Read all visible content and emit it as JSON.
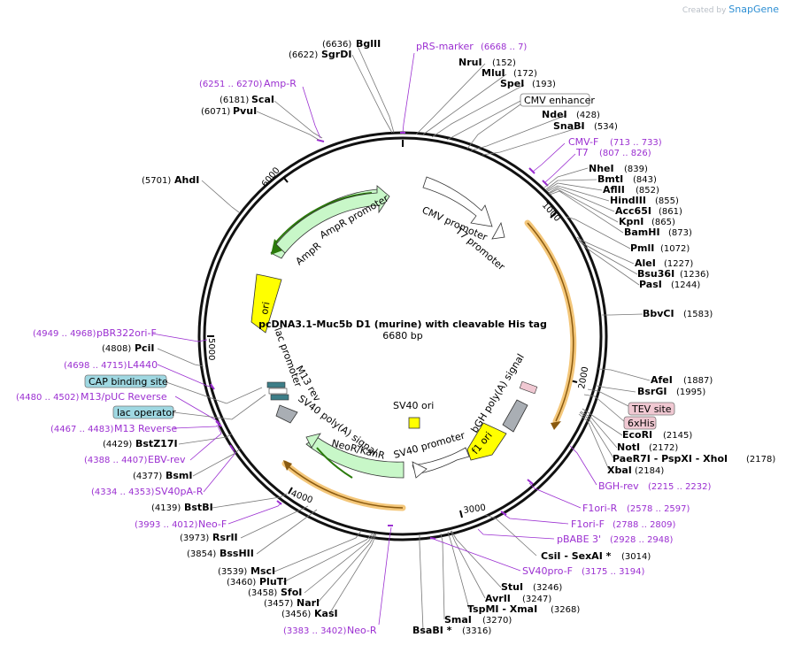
{
  "credit": {
    "prefix": "Created by",
    "brand": "SnapGene"
  },
  "title": "pcDNA3.1-Muc5b D1 (murine) with cleavable His tag",
  "length_label": "6680 bp",
  "colors": {
    "primer": "#9b2fd1",
    "ampr": "#c8f7c8",
    "ori": "#ffff00",
    "f1_ori": "#ffff00",
    "bgh": "#a9aeb4",
    "tev": "#f0c8d2",
    "cap": "#9fd8e2",
    "orf": "#f4c77a",
    "line": "#555555"
  },
  "ticks": [
    "1000",
    "2000",
    "3000",
    "4000",
    "5000",
    "6000"
  ],
  "sites": [
    {
      "name": "BglII",
      "pos": "(6636)"
    },
    {
      "name": "SgrDI",
      "pos": "(6622)"
    },
    {
      "name": "NruI",
      "pos": "(152)"
    },
    {
      "name": "MluI",
      "pos": "(172)"
    },
    {
      "name": "SpeI",
      "pos": "(193)"
    },
    {
      "name": "NdeI",
      "pos": "(428)"
    },
    {
      "name": "SnaBI",
      "pos": "(534)"
    },
    {
      "name": "NheI",
      "pos": "(839)"
    },
    {
      "name": "BmtI",
      "pos": "(843)"
    },
    {
      "name": "AflII",
      "pos": "(852)"
    },
    {
      "name": "HindIII",
      "pos": "(855)"
    },
    {
      "name": "Acc65I",
      "pos": "(861)"
    },
    {
      "name": "KpnI",
      "pos": "(865)"
    },
    {
      "name": "BamHI",
      "pos": "(873)"
    },
    {
      "name": "PmlI",
      "pos": "(1072)"
    },
    {
      "name": "AleI",
      "pos": "(1227)"
    },
    {
      "name": "Bsu36I",
      "pos": "(1236)"
    },
    {
      "name": "PasI",
      "pos": "(1244)"
    },
    {
      "name": "BbvCI",
      "pos": "(1583)"
    },
    {
      "name": "AfeI",
      "pos": "(1887)"
    },
    {
      "name": "BsrGI",
      "pos": "(1995)"
    },
    {
      "name": "EcoRI",
      "pos": "(2145)"
    },
    {
      "name": "NotI",
      "pos": "(2172)"
    },
    {
      "name": "PaeR7I - PspXI - XhoI",
      "pos": "(2178)"
    },
    {
      "name": "XbaI",
      "pos": "(2184)"
    },
    {
      "name": "CsiI - SexAI *",
      "pos": "(3014)"
    },
    {
      "name": "StuI",
      "pos": "(3246)"
    },
    {
      "name": "AvrII",
      "pos": "(3247)"
    },
    {
      "name": "TspMI - XmaI",
      "pos": "(3268)"
    },
    {
      "name": "SmaI",
      "pos": "(3270)"
    },
    {
      "name": "BsaBI *",
      "pos": "(3316)"
    },
    {
      "name": "KasI",
      "pos": "(3456)"
    },
    {
      "name": "NarI",
      "pos": "(3457)"
    },
    {
      "name": "SfoI",
      "pos": "(3458)"
    },
    {
      "name": "PluTI",
      "pos": "(3460)"
    },
    {
      "name": "MscI",
      "pos": "(3539)"
    },
    {
      "name": "BssHII",
      "pos": "(3854)"
    },
    {
      "name": "RsrII",
      "pos": "(3973)"
    },
    {
      "name": "BstBI",
      "pos": "(4139)"
    },
    {
      "name": "BsmI",
      "pos": "(4377)"
    },
    {
      "name": "BstZ17I",
      "pos": "(4429)"
    },
    {
      "name": "PciI",
      "pos": "(4808)"
    },
    {
      "name": "AhdI",
      "pos": "(5701)"
    },
    {
      "name": "PvuI",
      "pos": "(6071)"
    },
    {
      "name": "ScaI",
      "pos": "(6181)"
    }
  ],
  "primers": [
    {
      "name": "pRS-marker",
      "range": "(6668 .. 7)"
    },
    {
      "name": "Amp-R",
      "range": "(6251 .. 6270)"
    },
    {
      "name": "CMV-F",
      "range": "(713 .. 733)"
    },
    {
      "name": "T7",
      "range": "(807 .. 826)"
    },
    {
      "name": "BGH-rev",
      "range": "(2215 .. 2232)"
    },
    {
      "name": "F1ori-R",
      "range": "(2578 .. 2597)"
    },
    {
      "name": "F1ori-F",
      "range": "(2788 .. 2809)"
    },
    {
      "name": "pBABE 3'",
      "range": "(2928 .. 2948)"
    },
    {
      "name": "SV40pro-F",
      "range": "(3175 .. 3194)"
    },
    {
      "name": "Neo-R",
      "range": "(3383 .. 3402)"
    },
    {
      "name": "Neo-F",
      "range": "(3993 .. 4012)"
    },
    {
      "name": "SV40pA-R",
      "range": "(4334 .. 4353)"
    },
    {
      "name": "EBV-rev",
      "range": "(4388 .. 4407)"
    },
    {
      "name": "M13 Reverse",
      "range": "(4467 .. 4483)"
    },
    {
      "name": "M13/pUC Reverse",
      "range": "(4480 .. 4502)"
    },
    {
      "name": "L4440",
      "range": "(4698 .. 4715)"
    },
    {
      "name": "pBR322ori-F",
      "range": "(4949 .. 4968)"
    }
  ],
  "boxed_labels": [
    {
      "name": "CMV enhancer"
    },
    {
      "name": "TEV site"
    },
    {
      "name": "6xHis"
    },
    {
      "name": "CAP binding site"
    },
    {
      "name": "lac operator"
    }
  ],
  "features": [
    {
      "name": "CMV promoter"
    },
    {
      "name": "T7 promoter"
    },
    {
      "name": "AmpR promoter"
    },
    {
      "name": "AmpR"
    },
    {
      "name": "ori"
    },
    {
      "name": "lac promoter"
    },
    {
      "name": "M13 rev"
    },
    {
      "name": "SV40 poly(A) signal"
    },
    {
      "name": "NeoR/KanR"
    },
    {
      "name": "SV40 promoter"
    },
    {
      "name": "SV40 ori"
    },
    {
      "name": "bGH poly(A) signal"
    },
    {
      "name": "f1 ori"
    }
  ]
}
